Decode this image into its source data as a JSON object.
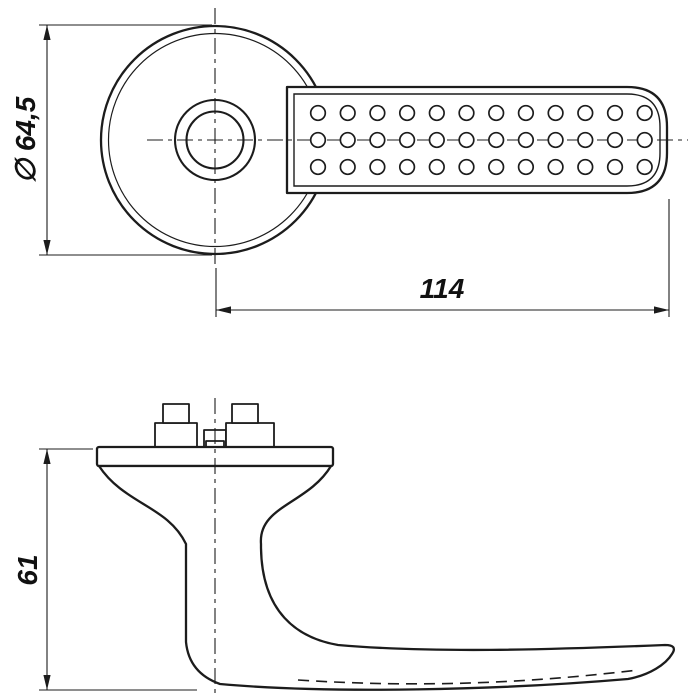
{
  "drawing": {
    "background_color": "#ffffff",
    "line_color": "#1c1c1c",
    "dimensions": {
      "rosette_diameter": {
        "label": "∅ 64,5"
      },
      "lever_length": {
        "label": "114"
      },
      "side_height": {
        "label": "61"
      }
    },
    "top_view": {
      "perforation": {
        "rows": 3,
        "cols": 12
      }
    }
  }
}
